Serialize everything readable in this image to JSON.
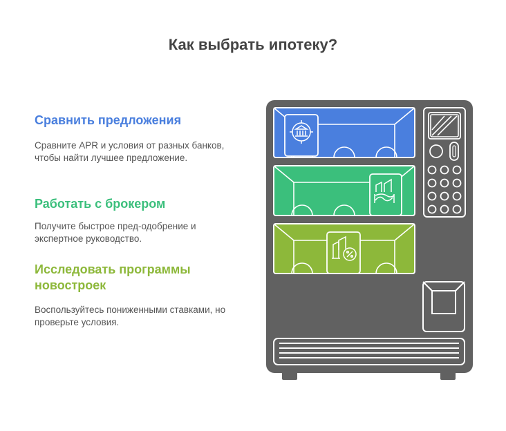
{
  "title": "Как выбрать ипотеку?",
  "colors": {
    "blue": "#4a7fde",
    "green": "#3bbf7c",
    "olive": "#8db83a",
    "machine": "#616161",
    "title": "#444444"
  },
  "items": [
    {
      "title": "Сравнить предложения",
      "desc": "Сравните APR и условия от разных банков, чтобы найти лучшее предложение.",
      "color": "#4a7fde",
      "icon": "bank-icon"
    },
    {
      "title": "Работать с брокером",
      "desc": "Получите быстрое пред-одобрение и экспертное руководство.",
      "color": "#3bbf7c",
      "icon": "handshake-icon"
    },
    {
      "title": "Исследовать программы новостроек",
      "desc": "Воспользуйтесь пониженными ставками, но проверьте условия.",
      "color": "#8db83a",
      "icon": "building-percent-icon"
    }
  ]
}
